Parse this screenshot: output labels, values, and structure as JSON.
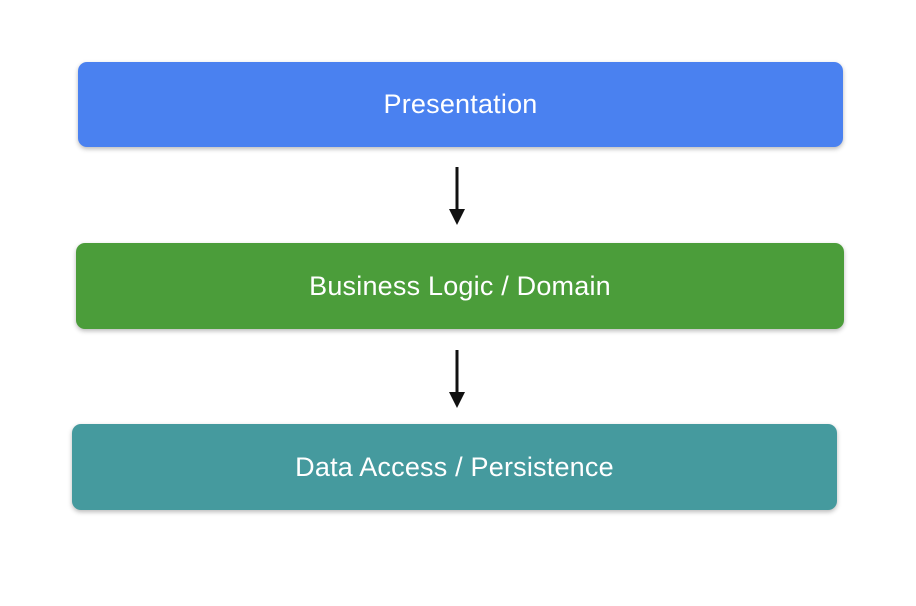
{
  "canvas": {
    "background": "#ffffff"
  },
  "diagram": {
    "layers": [
      {
        "label": "Presentation",
        "color": "#4a81f0",
        "text_color": "#ffffff"
      },
      {
        "label": "Business Logic / Domain",
        "color": "#4b9d3a",
        "text_color": "#ffffff"
      },
      {
        "label": "Data Access / Persistence",
        "color": "#459a9e",
        "text_color": "#ffffff"
      }
    ],
    "arrows": [
      {
        "from": "Presentation",
        "to": "Business Logic / Domain",
        "direction": "down",
        "color": "#111111"
      },
      {
        "from": "Business Logic / Domain",
        "to": "Data Access / Persistence",
        "direction": "down",
        "color": "#111111"
      }
    ]
  }
}
